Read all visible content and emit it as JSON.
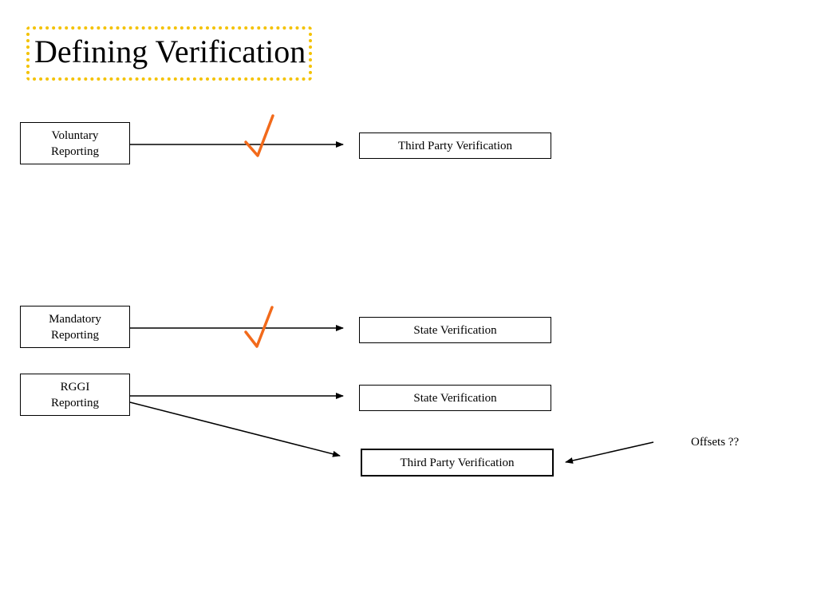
{
  "title": "Defining Verification",
  "sources": {
    "voluntary": {
      "line1": "Voluntary",
      "line2": "Reporting"
    },
    "mandatory": {
      "line1": "Mandatory",
      "line2": "Reporting"
    },
    "rggi": {
      "line1": "RGGI",
      "line2": "Reporting"
    }
  },
  "targets": {
    "voluntary_third_party": "Third Party Verification",
    "mandatory_state": "State Verification",
    "rggi_state": "State Verification",
    "rggi_third_party": "Third Party Verification"
  },
  "offsets_note": "Offsets ??",
  "colors": {
    "title_border": "#f4c200",
    "checkmark": "#f26a1b",
    "line": "#000000"
  },
  "icons": [
    "checkmark-icon"
  ]
}
